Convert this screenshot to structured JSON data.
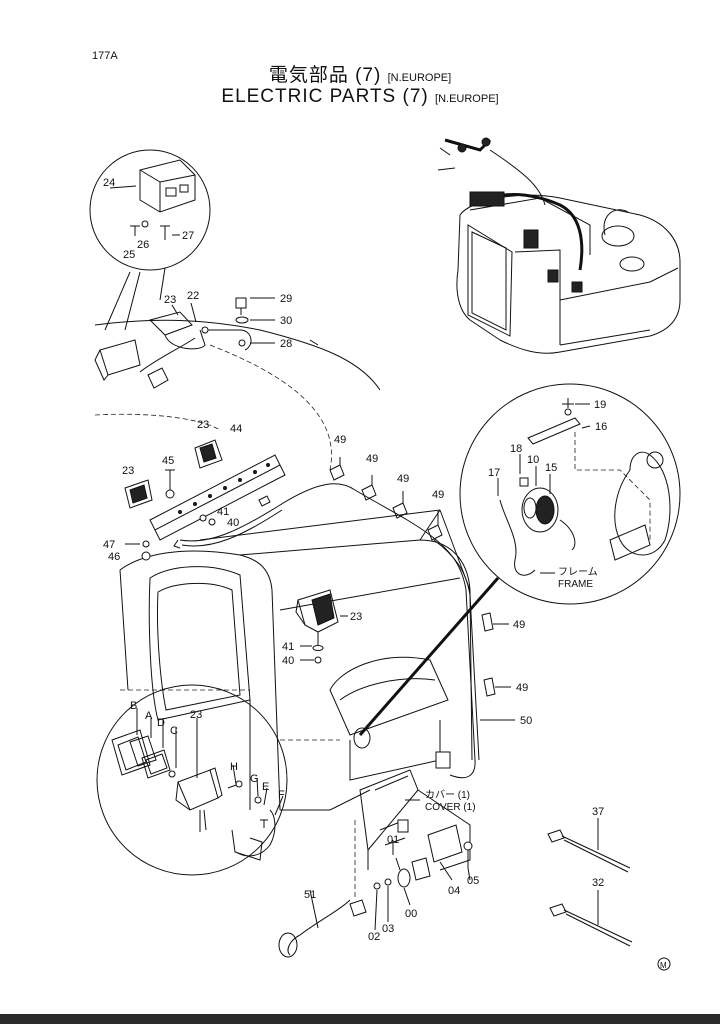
{
  "header": {
    "page_number": "177A",
    "title_jp": "電気部品 (7)",
    "title_en": "ELECTRIC PARTS (7)",
    "region": "[N.EUROPE]"
  },
  "callouts": {
    "c24": "24",
    "c25": "25",
    "c26": "26",
    "c27": "27",
    "c23a": "23",
    "c22": "22",
    "c29": "29",
    "c30": "30",
    "c28": "28",
    "c23b": "23",
    "c44": "44",
    "c45": "45",
    "c23c": "23",
    "c41a": "41",
    "c40a": "40",
    "c47": "47",
    "c46": "46",
    "c49a": "49",
    "c49b": "49",
    "c49c": "49",
    "c49d": "49",
    "c19": "19",
    "c16": "16",
    "c18": "18",
    "c10": "10",
    "c15": "15",
    "c17": "17",
    "c23d": "23",
    "c41b": "41",
    "c40b": "40",
    "c49e": "49",
    "c49f": "49",
    "c50": "50",
    "cB": "B",
    "cA": "A",
    "cD": "D",
    "cC": "C",
    "c23e": "23",
    "cH": "H",
    "cG": "G",
    "cE": "E",
    "cF": "F",
    "c37": "37",
    "c32": "32",
    "c01": "01",
    "c05": "05",
    "c04": "04",
    "c00": "00",
    "c02": "02",
    "c03": "03",
    "c51": "51",
    "mark": "M"
  },
  "notes": {
    "frame_jp": "フレーム",
    "frame_en": "FRAME",
    "cover_jp": "カバー (1)",
    "cover_en": "COVER (1)"
  }
}
